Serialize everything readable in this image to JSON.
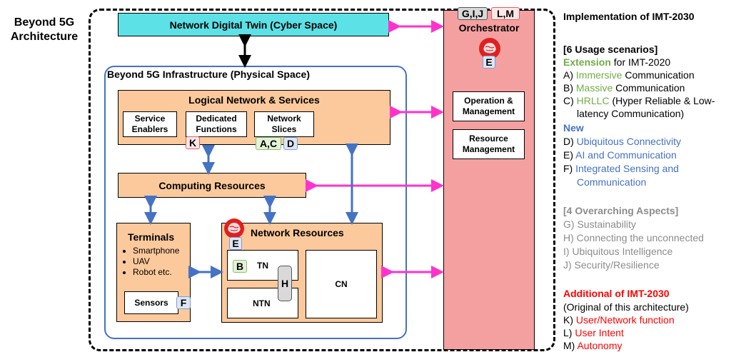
{
  "diagram": {
    "title": "Beyond 5G Architecture",
    "digital_twin": "Network Digital  Twin (Cyber Space)",
    "infrastructure": "Beyond 5G Infrastructure  (Physical Space)",
    "orchestrator": {
      "title": "Orchestrator",
      "top_tags": [
        "G,I,J",
        "L,M"
      ],
      "ai_tag": "E",
      "operation": "Operation & Management",
      "resource": "Resource Management"
    },
    "logical": {
      "title": "Logical Network & Services",
      "service_enablers": "Service Enablers",
      "dedicated_functions": "Dedicated Functions",
      "network_slices": "Network Slices",
      "tag_k": "K",
      "tag_ac": "A,C",
      "tag_d": "D"
    },
    "computing": "Computing Resources",
    "terminals": {
      "title": "Terminals",
      "items": [
        "Smartphone",
        "UAV",
        "Robot etc."
      ],
      "sensors": "Sensors",
      "tag_f": "F"
    },
    "network_resources": {
      "title": "Network Resources",
      "ai_tag": "E",
      "tn": "TN",
      "ntn": "NTN",
      "cn": "CN",
      "tag_b": "B",
      "tag_h": "H"
    }
  },
  "legend": {
    "heading": "Implementation of IMT-2030",
    "usage_title": "[6 Usage scenarios]",
    "extension_word": "Extension",
    "extension_rest": " for IMT-2020",
    "a_prefix": "A) ",
    "a_word": "Immersive",
    "a_rest": " Communication",
    "b_prefix": "B) ",
    "b_word": "Massive",
    "b_rest": " Communication",
    "c_prefix": "C) ",
    "c_word": "HRLLC",
    "c_rest": " (Hyper Reliable & Low-",
    "c_line2": "latency Communication)",
    "new_label": "New",
    "d_prefix": "D) ",
    "d_word": "Ubiquitous Connectivity",
    "e_prefix": "E) ",
    "e_word": "AI and Communication",
    "f_prefix": "F) ",
    "f_word": "Integrated Sensing and",
    "f_line2": "Communication",
    "aspects_title": "[4 Overarching Aspects]",
    "g": "G) Sustainability",
    "h": "H) Connecting the unconnected",
    "i": "I)  Ubiquitous Intelligence",
    "j": "J)  Security/Resilience",
    "additional_title": "Additional of IMT-2030",
    "original": "(Original of this architecture)",
    "k_prefix": "K) ",
    "k_word": "User/Network function",
    "l_prefix": "L) ",
    "l_word": "User Intent",
    "m_prefix": "M) ",
    "m_word": "Autonomy"
  },
  "colors": {
    "twin": "#5ce1e6",
    "orchestrator": "#f4a0a0",
    "peach": "#fbc99b",
    "infra_border": "#4472c4",
    "arrow_blue": "#4472c4",
    "arrow_magenta": "#ff33cc"
  }
}
